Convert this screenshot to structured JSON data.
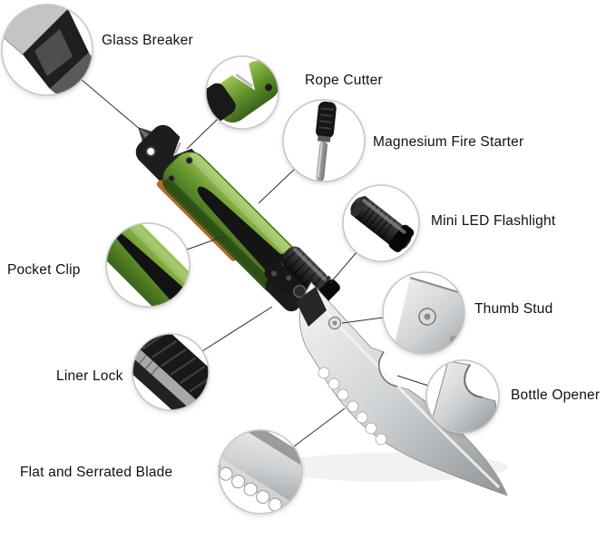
{
  "diagram": {
    "subject": "folding-survival-knife-feature-callouts",
    "callouts": [
      {
        "label": "Glass Breaker"
      },
      {
        "label": "Rope Cutter"
      },
      {
        "label": "Magnesium Fire Starter"
      },
      {
        "label": "Mini LED Flashlight"
      },
      {
        "label": "Thumb Stud"
      },
      {
        "label": "Bottle Opener"
      },
      {
        "label": "Pocket Clip"
      },
      {
        "label": "Liner Lock"
      },
      {
        "label": "Flat and Serrated Blade"
      }
    ],
    "colors": {
      "background": "#ffffff",
      "handle_green": "#63942c",
      "hardware_black": "#141414",
      "blade_silver": "#c9cccd",
      "liner_orange": "#b06a2a",
      "label_text": "#111111",
      "callout_ring": "#c6c6c6",
      "connector_line": "#2f2f2f"
    }
  }
}
